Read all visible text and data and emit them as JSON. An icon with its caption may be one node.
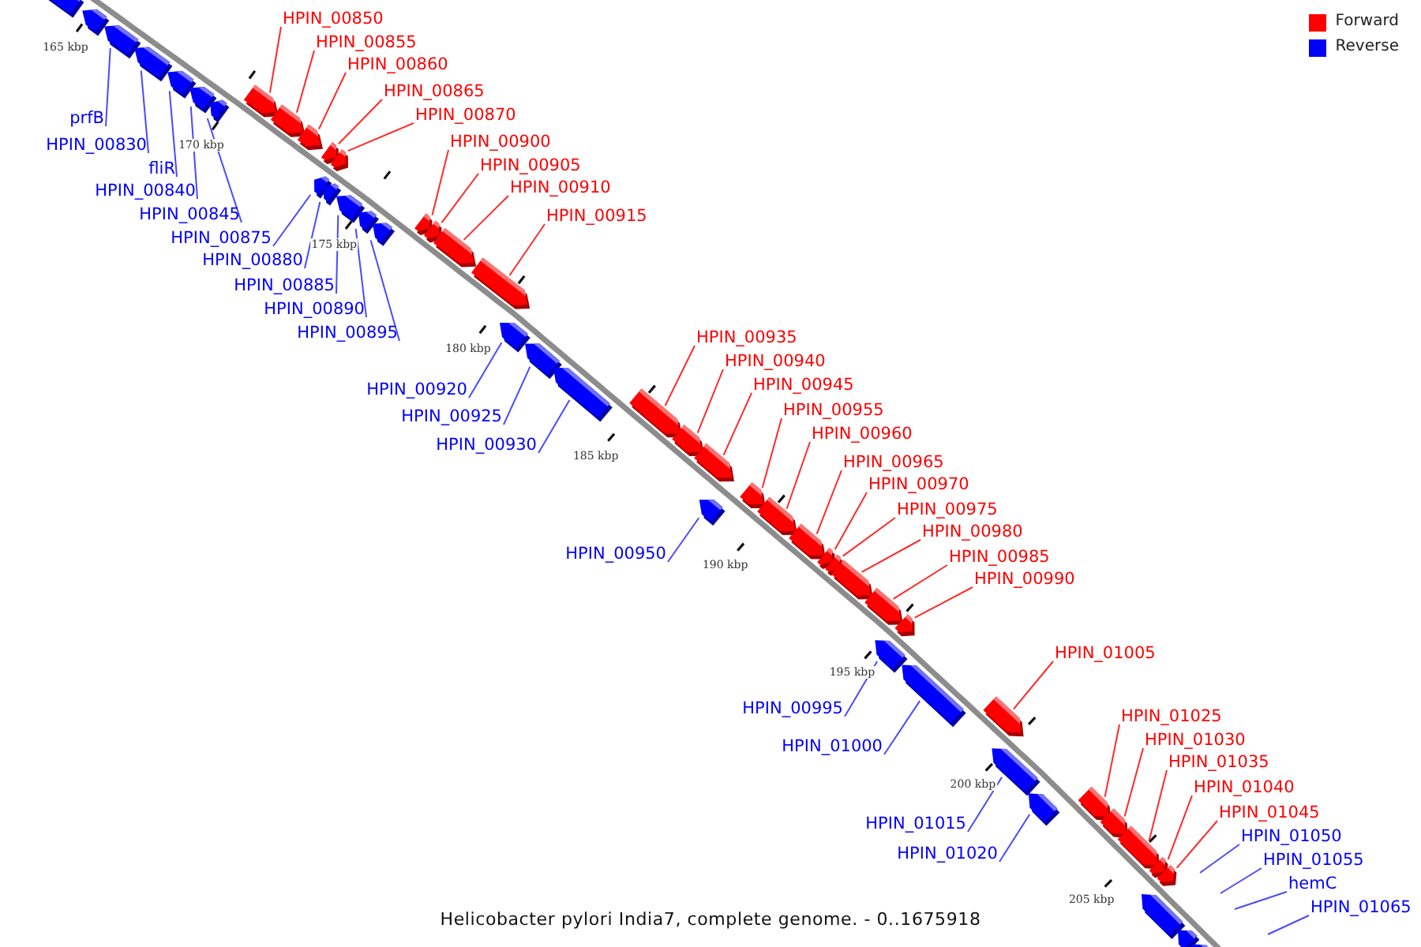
{
  "diagram": {
    "caption": "Helicobacter pylori India7, complete genome. - 0..1675918",
    "nodes": [
      {
        "text": [],
        "shape": "arrow"
      },
      {
        "text": [],
        "shape": "arrow"
      },
      {
        "text": [],
        "shape": "arrow"
      },
      {
        "text": [
          "prfB"
        ]
      },
      {
        "text": [],
        "shape": "arrow"
      },
      {
        "text": [
          "HPIN_00830"
        ]
      },
      {
        "text": [],
        "shape": "arrow"
      },
      {
        "text": [
          "fliR"
        ]
      },
      {
        "text": [],
        "shape": "arrow"
      },
      {
        "text": [
          "HPIN_00840"
        ]
      },
      {
        "text": [],
        "shape": "arrow"
      },
      {
        "text": [
          "HPIN_00845"
        ]
      },
      {
        "text": [],
        "shape": "arrow"
      },
      {
        "text": [
          "HPIN_00850"
        ]
      },
      {
        "text": [],
        "shape": "arrow"
      },
      {
        "text": [
          "HPIN_00855"
        ]
      },
      {
        "text": [],
        "shape": "arrow"
      },
      {
        "text": [
          "HPIN_00860"
        ]
      },
      {
        "text": [],
        "shape": "arrow"
      },
      {
        "text": [
          "HPIN_00865"
        ]
      },
      {
        "text": [],
        "shape": "arrow"
      },
      {
        "text": [
          "HPIN_00870"
        ]
      },
      {
        "text": [],
        "shape": "arrow"
      },
      {
        "text": [
          "HPIN_00875"
        ]
      },
      {
        "text": [],
        "shape": "arrow"
      },
      {
        "text": [
          "HPIN_00880"
        ]
      },
      {
        "text": [],
        "shape": "arrow"
      },
      {
        "text": [
          "HPIN_00885"
        ]
      },
      {
        "text": [],
        "shape": "arrow"
      },
      {
        "text": [
          "HPIN_00890"
        ]
      },
      {
        "text": [],
        "shape": "arrow"
      },
      {
        "text": [
          "HPIN_00895"
        ]
      },
      {
        "text": [],
        "shape": "arrow"
      },
      {
        "text": [
          "HPIN_00900"
        ]
      },
      {
        "text": [],
        "shape": "arrow"
      },
      {
        "text": [
          "HPIN_00905"
        ]
      },
      {
        "text": [],
        "shape": "arrow"
      },
      {
        "text": [
          "HPIN_00910"
        ]
      },
      {
        "text": [],
        "shape": "arrow"
      },
      {
        "text": [
          "HPIN_00915"
        ]
      },
      {
        "text": [],
        "shape": "arrow"
      },
      {
        "text": [
          "HPIN_00920"
        ]
      },
      {
        "text": [],
        "shape": "arrow"
      },
      {
        "text": [
          "HPIN_00925"
        ]
      },
      {
        "text": [],
        "shape": "arrow"
      },
      {
        "text": [
          "HPIN_00930"
        ]
      },
      {
        "text": [],
        "shape": "arrow"
      },
      {
        "text": [
          "HPIN_00935"
        ]
      },
      {
        "text": [],
        "shape": "arrow"
      },
      {
        "text": [
          "HPIN_00940"
        ]
      },
      {
        "text": [],
        "shape": "arrow"
      },
      {
        "text": [
          "HPIN_00945"
        ]
      },
      {
        "text": [],
        "shape": "arrow"
      },
      {
        "text": [
          "HPIN_00950"
        ]
      },
      {
        "text": [],
        "shape": "arrow"
      },
      {
        "text": [
          "HPIN_00955"
        ]
      },
      {
        "text": [],
        "shape": "arrow"
      },
      {
        "text": [
          "HPIN_00960"
        ]
      },
      {
        "text": [],
        "shape": "arrow"
      },
      {
        "text": [
          "HPIN_00965"
        ]
      },
      {
        "text": [],
        "shape": "arrow"
      },
      {
        "text": [
          "HPIN_00970"
        ]
      },
      {
        "text": [],
        "shape": "arrow"
      },
      {
        "text": [
          "HPIN_00975"
        ]
      },
      {
        "text": [],
        "shape": "arrow"
      },
      {
        "text": [
          "HPIN_00980"
        ]
      },
      {
        "text": [],
        "shape": "arrow"
      },
      {
        "text": [
          "HPIN_00985"
        ]
      },
      {
        "text": [],
        "shape": "arrow"
      },
      {
        "text": [
          "HPIN_00990"
        ]
      },
      {
        "text": [],
        "shape": "arrow"
      },
      {
        "text": [
          "HPIN_00995"
        ]
      },
      {
        "text": [],
        "shape": "arrow"
      },
      {
        "text": [
          "HPIN_01000"
        ]
      },
      {
        "text": [],
        "shape": "arrow"
      },
      {
        "text": [
          "HPIN_01005"
        ]
      },
      {
        "text": [],
        "shape": "arrow"
      },
      {
        "text": [
          "HPIN_01015"
        ]
      },
      {
        "text": [],
        "shape": "arrow"
      },
      {
        "text": [
          "HPIN_01020"
        ]
      },
      {
        "text": [],
        "shape": "arrow"
      },
      {
        "text": [
          "HPIN_01025"
        ]
      },
      {
        "text": [],
        "shape": "arrow"
      },
      {
        "text": [
          "HPIN_01030"
        ]
      },
      {
        "text": [],
        "shape": "arrow"
      },
      {
        "text": [
          "HPIN_01035"
        ]
      },
      {
        "text": [],
        "shape": "arrow"
      },
      {
        "text": [
          "HPIN_01040"
        ]
      },
      {
        "text": [],
        "shape": "arrow"
      },
      {
        "text": [
          "HPIN_01045"
        ]
      },
      {
        "text": [
          "HPIN_01050"
        ]
      },
      {
        "text": [
          "HPIN_01055"
        ]
      },
      {
        "text": [
          "hemC"
        ]
      },
      {
        "text": [
          "HPIN_01065"
        ]
      },
      {
        "text": [],
        "shape": "arrow"
      },
      {
        "text": [],
        "shape": "arrow"
      },
      {
        "text": [],
        "shape": "arrow"
      }
    ],
    "edges": [
      {
        "from": 3,
        "to": 2,
        "arrow": "none",
        "color": "#4a4aff"
      },
      {
        "from": 5,
        "to": 4,
        "arrow": "none",
        "color": "#4a4aff"
      },
      {
        "from": 7,
        "to": 6,
        "arrow": "none",
        "color": "#4a4aff"
      },
      {
        "from": 9,
        "to": 8,
        "arrow": "none",
        "color": "#4a4aff"
      },
      {
        "from": 11,
        "to": 10,
        "arrow": "none",
        "color": "#4a4aff"
      },
      {
        "from": 13,
        "to": 12,
        "arrow": "none"
      },
      {
        "from": 15,
        "to": 14,
        "arrow": "none"
      },
      {
        "from": 17,
        "to": 16,
        "arrow": "none"
      },
      {
        "from": 19,
        "to": 18,
        "arrow": "none"
      },
      {
        "from": 21,
        "to": 20,
        "arrow": "none"
      },
      {
        "from": 23,
        "to": 22,
        "arrow": "none",
        "color": "#4a4aff"
      },
      {
        "from": 25,
        "to": 24,
        "arrow": "none",
        "color": "#4a4aff"
      },
      {
        "from": 27,
        "to": 26,
        "arrow": "none",
        "color": "#4a4aff"
      },
      {
        "from": 29,
        "to": 28,
        "arrow": "none",
        "color": "#4a4aff"
      },
      {
        "from": 31,
        "to": 30,
        "arrow": "none",
        "color": "#4a4aff"
      },
      {
        "from": 33,
        "to": 32,
        "arrow": "none"
      },
      {
        "from": 35,
        "to": 34,
        "arrow": "none"
      },
      {
        "from": 37,
        "to": 36,
        "arrow": "none"
      },
      {
        "from": 39,
        "to": 38,
        "arrow": "none"
      },
      {
        "from": 41,
        "to": 40,
        "arrow": "none",
        "color": "#4a4aff"
      },
      {
        "from": 43,
        "to": 42,
        "arrow": "none",
        "color": "#4a4aff"
      },
      {
        "from": 45,
        "to": 44,
        "arrow": "none",
        "color": "#4a4aff"
      },
      {
        "from": 47,
        "to": 46,
        "arrow": "none"
      },
      {
        "from": 49,
        "to": 48,
        "arrow": "none"
      },
      {
        "from": 51,
        "to": 50,
        "arrow": "none"
      },
      {
        "from": 53,
        "to": 52,
        "arrow": "none",
        "color": "#4a4aff"
      },
      {
        "from": 55,
        "to": 54,
        "arrow": "none"
      },
      {
        "from": 57,
        "to": 56,
        "arrow": "none"
      },
      {
        "from": 59,
        "to": 58,
        "arrow": "none"
      },
      {
        "from": 61,
        "to": 60,
        "arrow": "none"
      },
      {
        "from": 63,
        "to": 62,
        "arrow": "none"
      },
      {
        "from": 65,
        "to": 64,
        "arrow": "none"
      },
      {
        "from": 67,
        "to": 66,
        "arrow": "none"
      },
      {
        "from": 69,
        "to": 68,
        "arrow": "none"
      },
      {
        "from": 71,
        "to": 70,
        "arrow": "none",
        "color": "#4a4aff"
      },
      {
        "from": 73,
        "to": 72,
        "arrow": "none",
        "color": "#4a4aff"
      },
      {
        "from": 75,
        "to": 74,
        "arrow": "none"
      },
      {
        "from": 77,
        "to": 76,
        "arrow": "none",
        "color": "#4a4aff"
      },
      {
        "from": 79,
        "to": 78,
        "arrow": "none",
        "color": "#4a4aff"
      },
      {
        "from": 81,
        "to": 80,
        "arrow": "none"
      },
      {
        "from": 83,
        "to": 82,
        "arrow": "none"
      },
      {
        "from": 85,
        "to": 84,
        "arrow": "none"
      },
      {
        "from": 87,
        "to": 86,
        "arrow": "none"
      },
      {
        "from": 89,
        "to": 88,
        "arrow": "none"
      },
      {
        "from": 90,
        "to": null,
        "arrow": "none",
        "color": "#4a4aff"
      },
      {
        "from": 91,
        "to": null,
        "arrow": "none",
        "color": "#4a4aff"
      },
      {
        "from": 92,
        "to": null,
        "arrow": "none",
        "color": "#4a4aff"
      },
      {
        "from": 93,
        "to": null,
        "arrow": "none",
        "color": "#4a4aff"
      }
    ],
    "labels": [
      "165 kbp",
      "170 kbp",
      "175 kbp",
      "180 kbp",
      "185 kbp",
      "190 kbp",
      "195 kbp",
      "200 kbp",
      "205 kbp"
    ],
    "legend": [
      {
        "text": "Forward",
        "color": "#ff0000"
      },
      {
        "text": "Reverse",
        "color": "#0000ff"
      }
    ]
  }
}
